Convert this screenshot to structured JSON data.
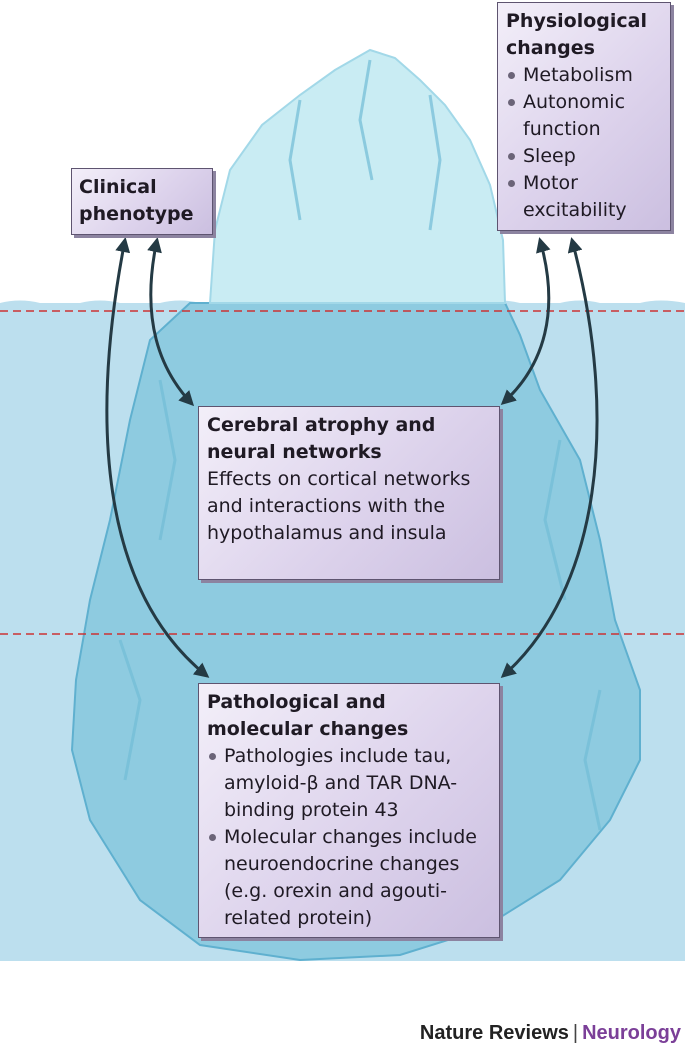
{
  "colors": {
    "water": "#bcdfee",
    "ice_above": "#c9ecf3",
    "ice_below": "#8ecbe0",
    "waterline": "#cc3333",
    "arrow": "#243a44",
    "box_border": "#5e5470",
    "accent": "#7b3f98"
  },
  "boxes": {
    "clinical": {
      "title": "Clinical phenotype"
    },
    "physiological": {
      "title": "Physiological changes",
      "items": [
        "Metabolism",
        "Autonomic function",
        "Sleep",
        "Motor excitability"
      ]
    },
    "cerebral": {
      "title": "Cerebral atrophy and neural networks",
      "description": "Effects on cortical networks and interactions with the hypothalamus and insula"
    },
    "pathological": {
      "title": "Pathological and molecular changes",
      "items": [
        "Pathologies include tau, amyloid-β and TAR DNA-binding protein 43",
        "Molecular changes include neuroendocrine changes (e.g. orexin and agouti-related protein)"
      ]
    }
  },
  "footer": {
    "publisher": "Nature Reviews",
    "separator": "|",
    "journal": "Neurology"
  }
}
